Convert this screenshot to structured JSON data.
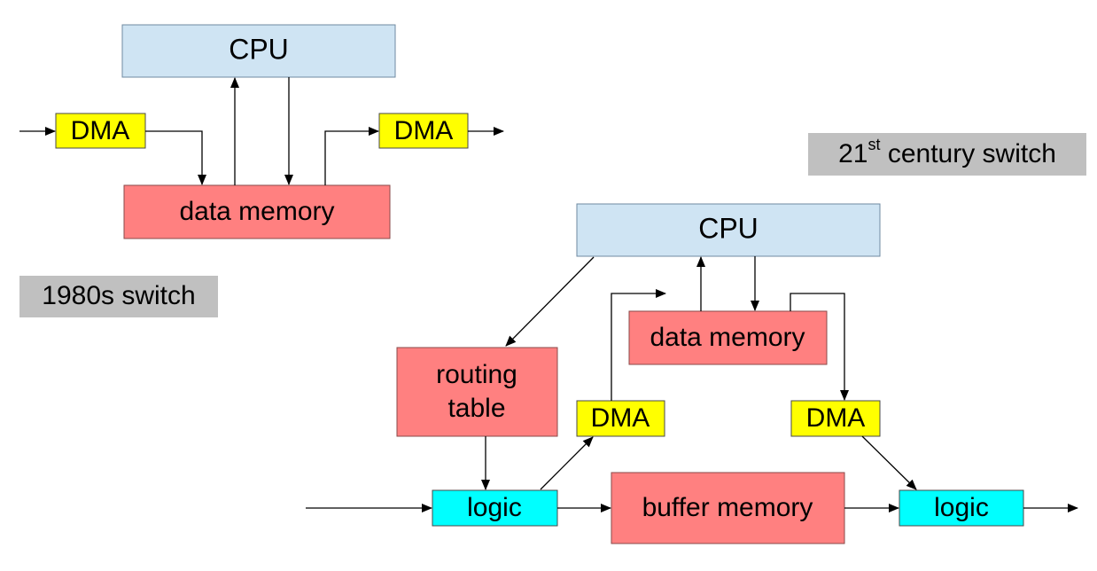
{
  "old_switch": {
    "caption": "1980s switch",
    "cpu": "CPU",
    "dma_in": "DMA",
    "dma_out": "DMA",
    "data_memory": "data memory"
  },
  "new_switch": {
    "caption_prefix": "21",
    "caption_sup": "st",
    "caption_suffix": " century switch",
    "cpu": "CPU",
    "data_memory": "data memory",
    "routing_table_line1": "routing",
    "routing_table_line2": "table",
    "dma_left": "DMA",
    "dma_right": "DMA",
    "logic_in": "logic",
    "buffer_memory": "buffer memory",
    "logic_out": "logic"
  },
  "colors": {
    "cpu": "#cfe4f3",
    "memory": "#ff8080",
    "dma": "#ffff00",
    "logic": "#00ffff",
    "caption": "#c0c0c0"
  }
}
